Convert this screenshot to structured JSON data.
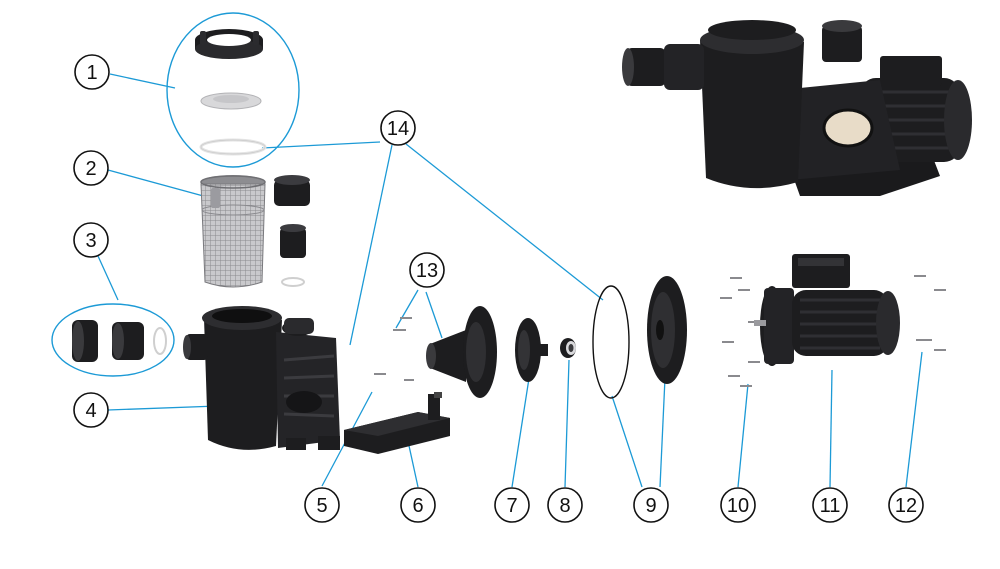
{
  "diagram": {
    "callouts": [
      {
        "label": "1"
      },
      {
        "label": "2"
      },
      {
        "label": "3"
      },
      {
        "label": "4"
      },
      {
        "label": "5"
      },
      {
        "label": "6"
      },
      {
        "label": "7"
      },
      {
        "label": "8"
      },
      {
        "label": "9"
      },
      {
        "label": "10"
      },
      {
        "label": "11"
      },
      {
        "label": "12"
      },
      {
        "label": "13"
      },
      {
        "label": "14"
      }
    ]
  },
  "colors": {
    "callout_line": "#1c9ad6",
    "part_body": "#1d1d1f",
    "background": "#ffffff"
  }
}
